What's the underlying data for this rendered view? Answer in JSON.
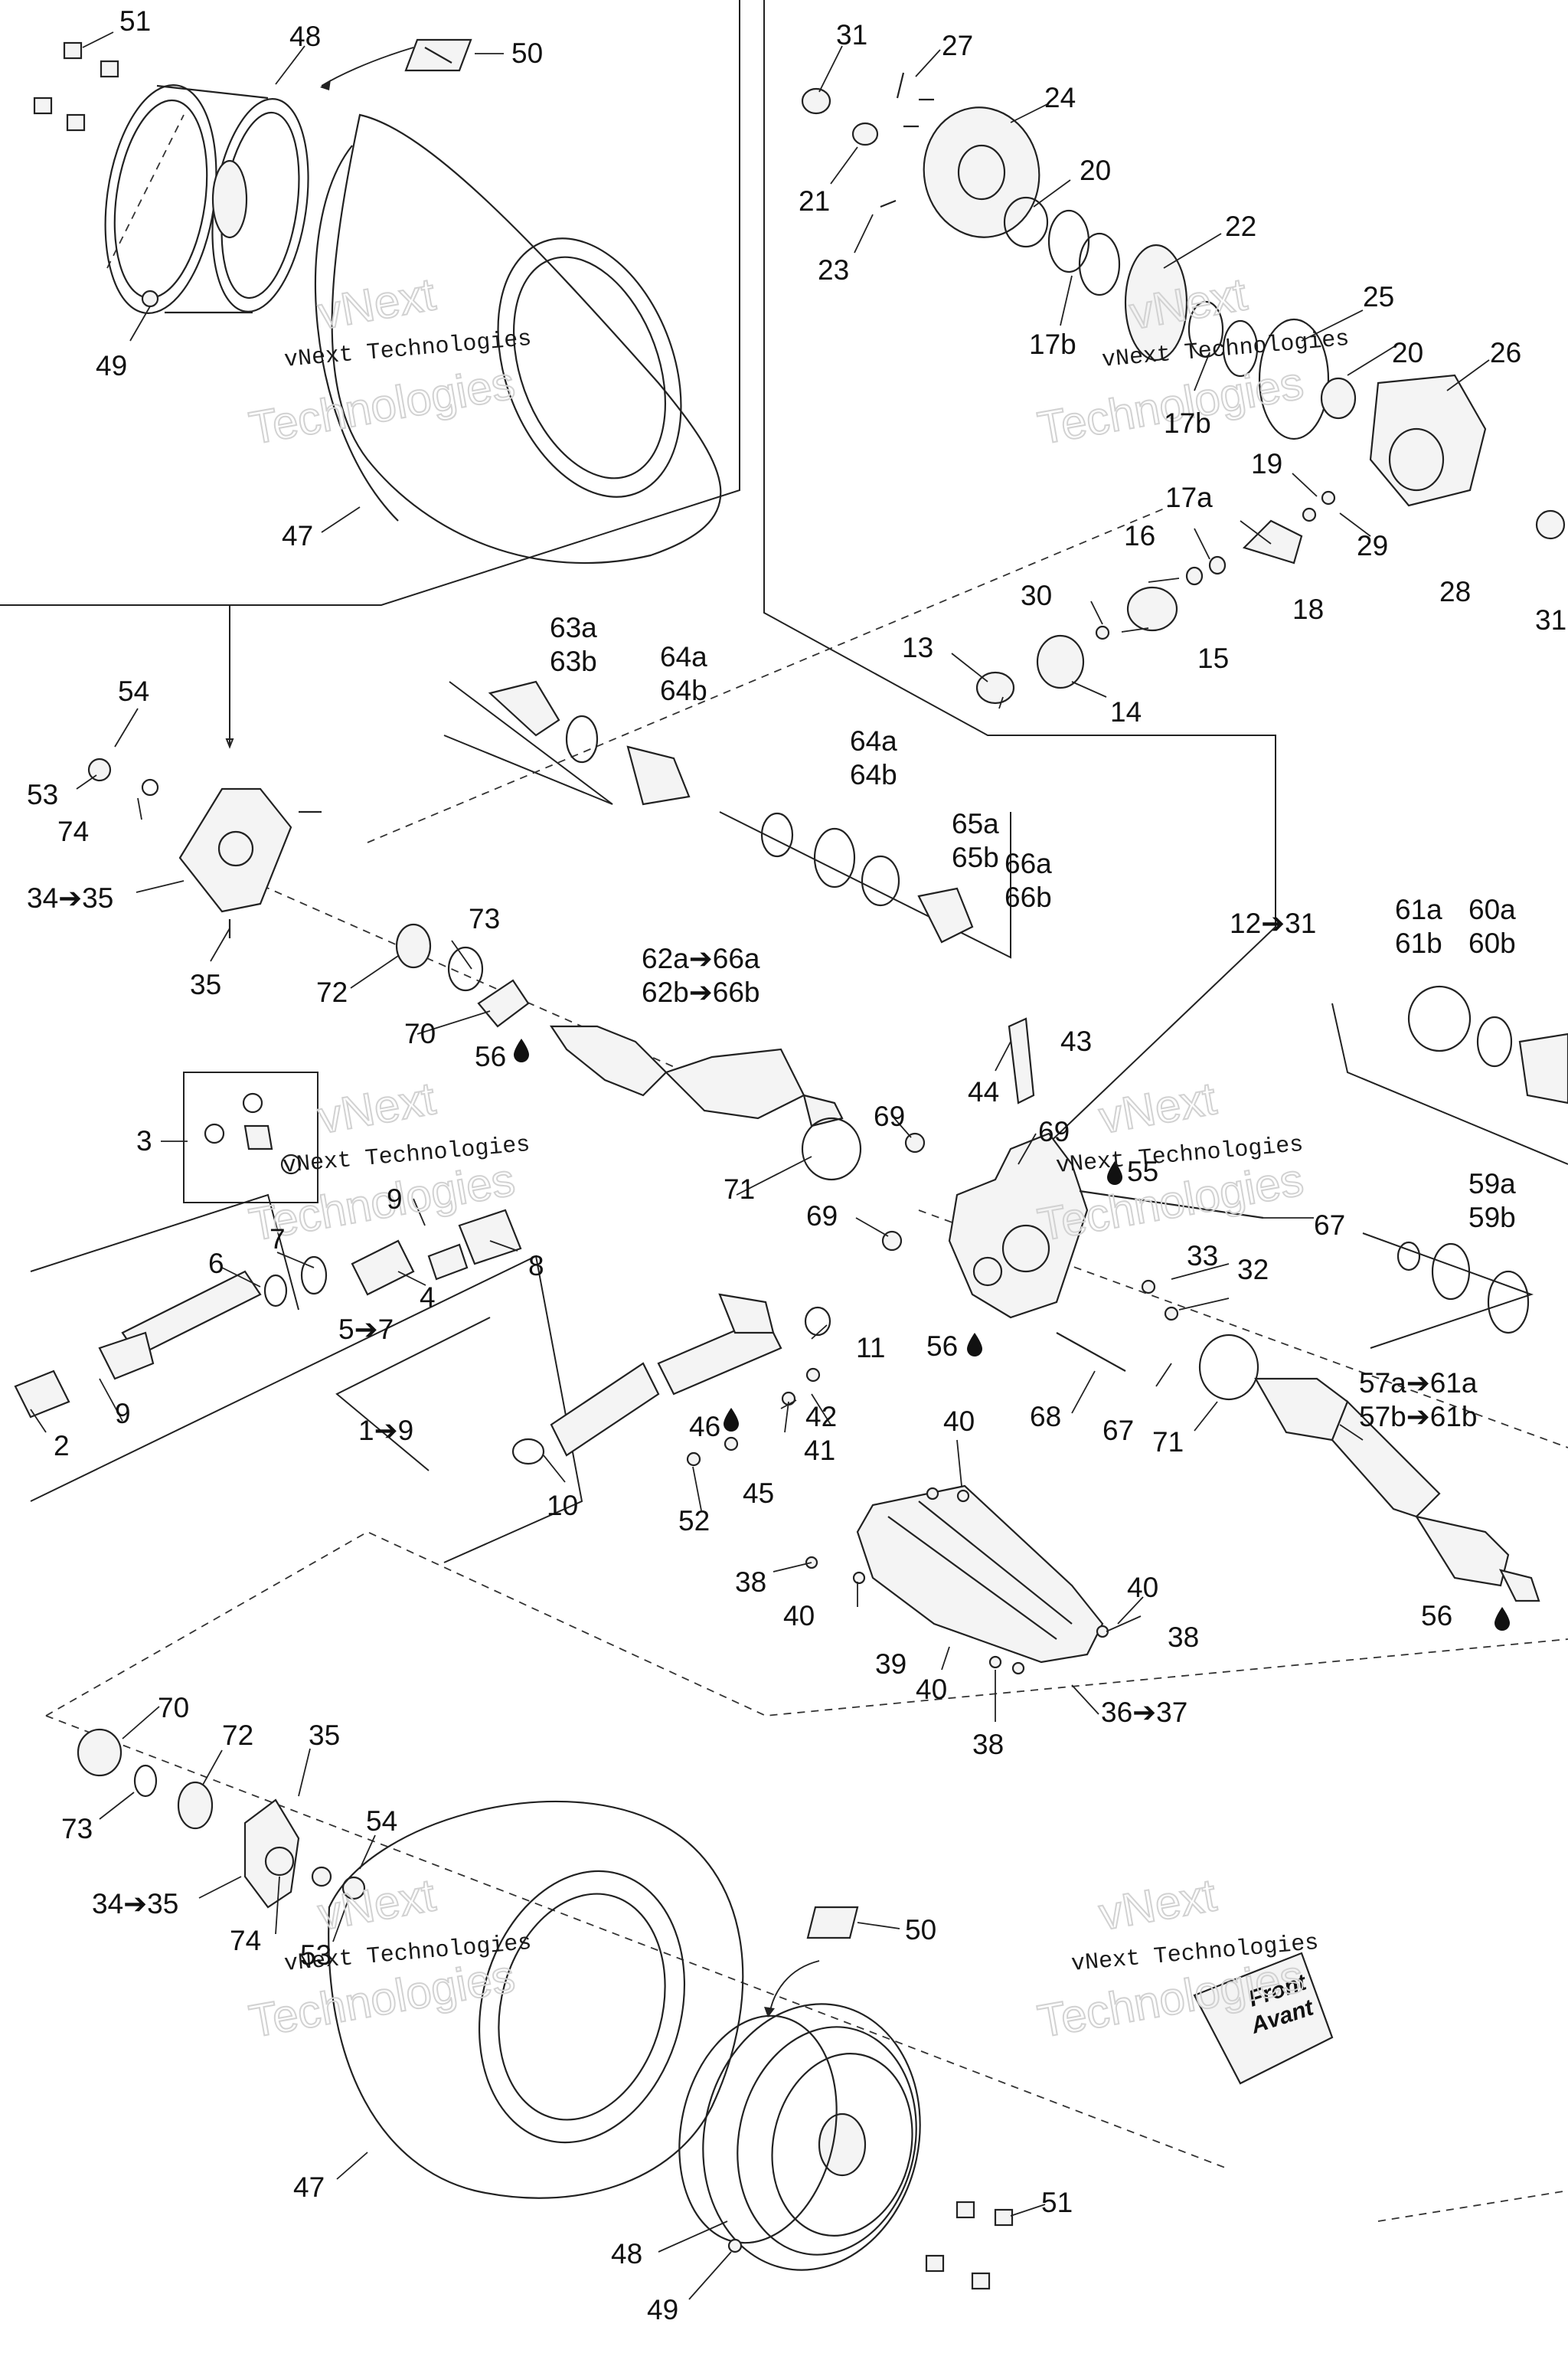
{
  "callouts": {
    "c51a": "51",
    "c48a": "48",
    "c50a": "50",
    "c49a": "49",
    "c47a": "47",
    "c31a": "31",
    "c27": "27",
    "c24": "24",
    "c21": "21",
    "c20a": "20",
    "c23": "23",
    "c22": "22",
    "c17ba": "17b",
    "c17bb": "17b",
    "c25": "25",
    "c20b": "20",
    "c26": "26",
    "c19": "19",
    "c29": "29",
    "c17a": "17a",
    "c16": "16",
    "c18": "18",
    "c28": "28",
    "c31b": "31",
    "c30": "30",
    "c15": "15",
    "c13": "13",
    "c14": "14",
    "c54a": "54",
    "c53a": "53",
    "c74a": "74",
    "c3435a": "34➔35",
    "c35a": "35",
    "c63a": "63a",
    "c63b": "63b",
    "c64aa": "64a",
    "c64ba": "64b",
    "c64ab": "64a",
    "c64bb": "64b",
    "c65a": "65a",
    "c65b": "65b",
    "c66a": "66a",
    "c66b": "66b",
    "c1231": "12➔31",
    "c61a": "61a",
    "c61b": "61b",
    "c60a": "60a",
    "c60b": "60b",
    "c72a": "72",
    "c73a": "73",
    "c70a": "70",
    "c6266a": "62a➔66a",
    "c6266b": "62b➔66b",
    "c56a": "56",
    "c43": "43",
    "c44": "44",
    "c69a": "69",
    "c69b": "69",
    "c69c": "69",
    "c55": "55",
    "c67a": "67",
    "c33": "33",
    "c32": "32",
    "c3": "3",
    "c9a": "9",
    "c7": "7",
    "c6": "6",
    "c4": "4",
    "c8": "8",
    "c57": "5➔7",
    "c59a": "59a",
    "c59b": "59b",
    "c71a": "71",
    "c2": "2",
    "c9b": "9",
    "c19tot": "1➔9",
    "c11": "11",
    "c56b": "56",
    "c42": "42",
    "c41": "41",
    "c68": "68",
    "c67b": "67",
    "c71b": "71",
    "c5761a": "57a➔61a",
    "c5761b": "57b➔61b",
    "c46": "46",
    "c45": "45",
    "c10": "10",
    "c52": "52",
    "c40a": "40",
    "c38a": "38",
    "c40b": "40",
    "c40c": "40",
    "c38b": "38",
    "c39": "39",
    "c40d": "40",
    "c38c": "38",
    "c3637": "36➔37",
    "c56c": "56",
    "c70b": "70",
    "c72b": "72",
    "c35b": "35",
    "c73b": "73",
    "c54b": "54",
    "c3435b": "34➔35",
    "c74b": "74",
    "c53b": "53",
    "c50b": "50",
    "c47b": "47",
    "c51b": "51",
    "c48b": "48",
    "c49b": "49"
  },
  "watermark": {
    "company": "vNext Technologies",
    "line1": "vNext",
    "line2": "Technologies"
  },
  "front_label": {
    "en": "Front",
    "fr": "Avant"
  }
}
